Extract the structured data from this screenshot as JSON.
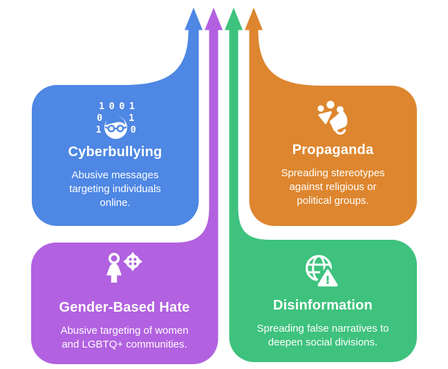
{
  "diagram": {
    "type": "funnel-arrow-infographic",
    "background": "#ffffff",
    "arrow_order_left_to_right": [
      "blue",
      "purple",
      "green",
      "orange"
    ]
  },
  "colors": {
    "blue": "#4E87E4",
    "purple": "#B261E0",
    "green": "#3EC27D",
    "orange": "#DD862F",
    "text": "#FFFFFF"
  },
  "cards": [
    {
      "title": "Cyberbullying",
      "description": "Abusive messages\ntargeting individuals\nonline.",
      "color": "#4E87E4",
      "icon": "cyberbully-binary-face-icon",
      "position": "top-left"
    },
    {
      "title": "Propaganda",
      "description": "Spreading stereotypes\nagainst religious or\npolitical groups.",
      "color": "#DD862F",
      "icon": "megaphone-speaker-icon",
      "position": "top-right"
    },
    {
      "title": "Gender-Based Hate",
      "description": "Abusive targeting of women\nand LGBTQ+ communities.",
      "color": "#B261E0",
      "icon": "woman-target-icon",
      "position": "bottom-left"
    },
    {
      "title": "Disinformation",
      "description": "Spreading false narratives to\ndeepen social divisions.",
      "color": "#3EC27D",
      "icon": "globe-warning-icon",
      "position": "bottom-right"
    }
  ],
  "icons": {
    "binary": {
      "row1": "1001",
      "row2": "01",
      "row3": "10"
    }
  }
}
